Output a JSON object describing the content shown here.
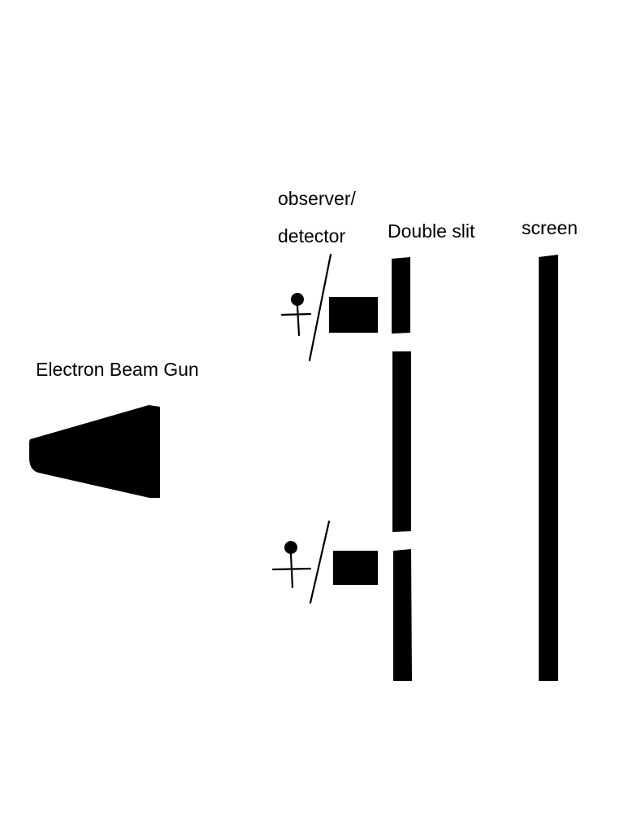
{
  "labels": {
    "observer_line1": "observer/",
    "observer_line2": "detector",
    "double_slit": "Double slit",
    "screen": "screen",
    "electron_gun": "Electron Beam Gun"
  },
  "colors": {
    "ink": "#000000",
    "background": "#ffffff"
  },
  "icons": [
    "stick-figure-observer-icon",
    "detector-box",
    "electron-gun-shape"
  ]
}
